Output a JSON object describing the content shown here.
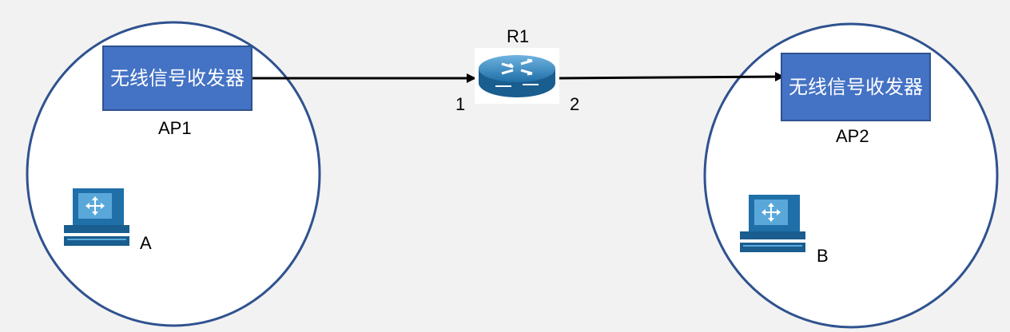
{
  "nodes": {
    "router": {
      "label": "R1",
      "port_in": "1",
      "port_out": "2"
    },
    "ap1": {
      "box_text": "无线信号收发器",
      "label": "AP1"
    },
    "ap2": {
      "box_text": "无线信号收发器",
      "label": "AP2"
    },
    "host_a": {
      "label": "A"
    },
    "host_b": {
      "label": "B"
    }
  },
  "links": [
    {
      "from": "AP1",
      "to": "R1",
      "arrow": "to"
    },
    {
      "from": "R1",
      "to": "AP2",
      "arrow": "to"
    }
  ],
  "colors": {
    "background": "#f2f2f2",
    "ap_fill": "#4472c4",
    "ap_border": "#2f528f",
    "cell_border": "#2f528f",
    "cell_fill": "#ffffff",
    "icon_blue": "#1f6fa8"
  },
  "icons": [
    "router-icon",
    "workstation-icon"
  ]
}
